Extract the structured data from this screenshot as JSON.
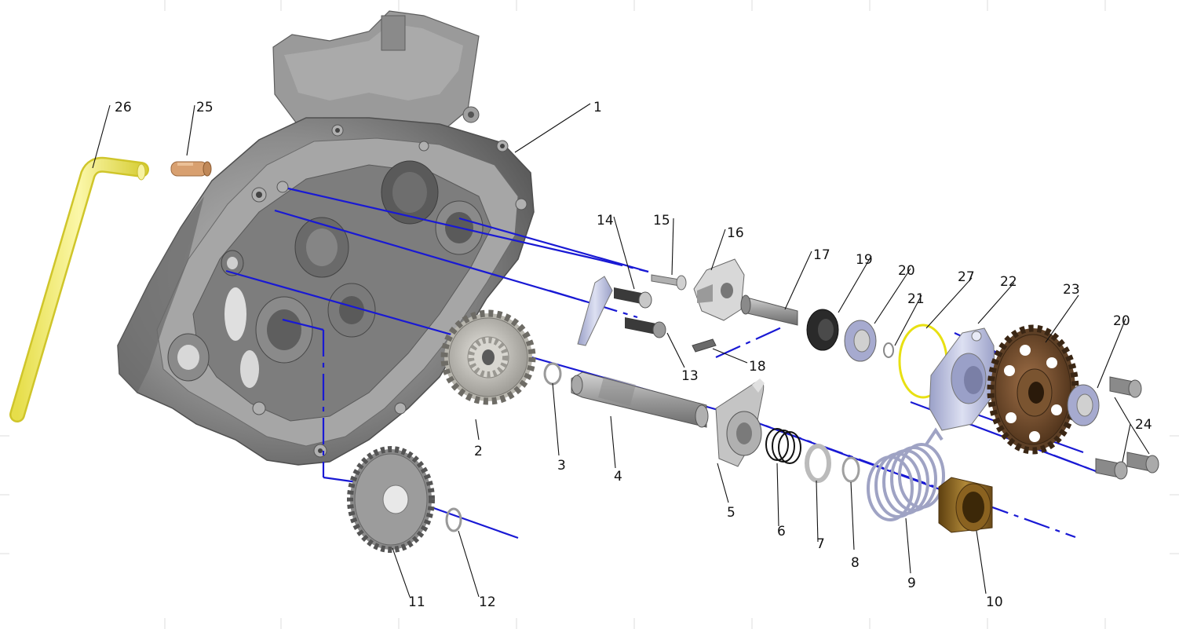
{
  "diagram": {
    "callouts": [
      "1",
      "2",
      "3",
      "4",
      "5",
      "6",
      "7",
      "8",
      "9",
      "10",
      "11",
      "12",
      "13",
      "14",
      "15",
      "16",
      "17",
      "18",
      "19",
      "20",
      "21",
      "22",
      "23",
      "24",
      "25",
      "26",
      "27",
      "20"
    ]
  },
  "colors": {
    "axis_line": "#1919d4",
    "casting": "#8c8c8c",
    "casting_dark": "#5e5e5e",
    "casting_light": "#b4b4b4",
    "gear_light": "#c8c6c0",
    "gear_bronze": "#6b4a2a",
    "bronze_bushing": "#8a6220",
    "lever": "#c9cbe3",
    "hose": "#f2ec6a",
    "brass_fitting": "#d8a070",
    "seal_black": "#2a2a2a"
  }
}
